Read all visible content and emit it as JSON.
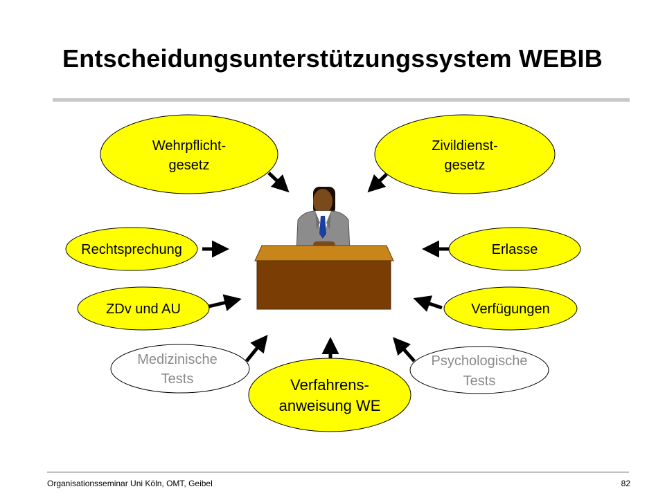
{
  "title": "Entscheidungsunterstützungssystem WEBIB",
  "nodes": {
    "wehrpflicht": {
      "line1": "Wehrpflicht-",
      "line2": "gesetz"
    },
    "zivildienst": {
      "line1": "Zivildienst-",
      "line2": "gesetz"
    },
    "rechtsprechung": {
      "label": "Rechtsprechung"
    },
    "erlasse": {
      "label": "Erlasse"
    },
    "zdv": {
      "label": "ZDv und AU"
    },
    "verfuegungen": {
      "label": "Verfügungen"
    },
    "medizinisch": {
      "line1": "Medizinische",
      "line2": "Tests"
    },
    "verfahren": {
      "line1": "Verfahrens-",
      "line2": "anweisung WE"
    },
    "psychologisch": {
      "line1": "Psychologische",
      "line2": "Tests"
    }
  },
  "colors": {
    "yellow": "#ffff00",
    "desk_top": "#c8861a",
    "desk_front": "#7a3e05",
    "suit": "#8c8c8c",
    "tie": "#1a3fa0"
  },
  "footer": {
    "left": "Organisationsseminar Uni Köln, OMT, Geibel",
    "page": "82"
  }
}
